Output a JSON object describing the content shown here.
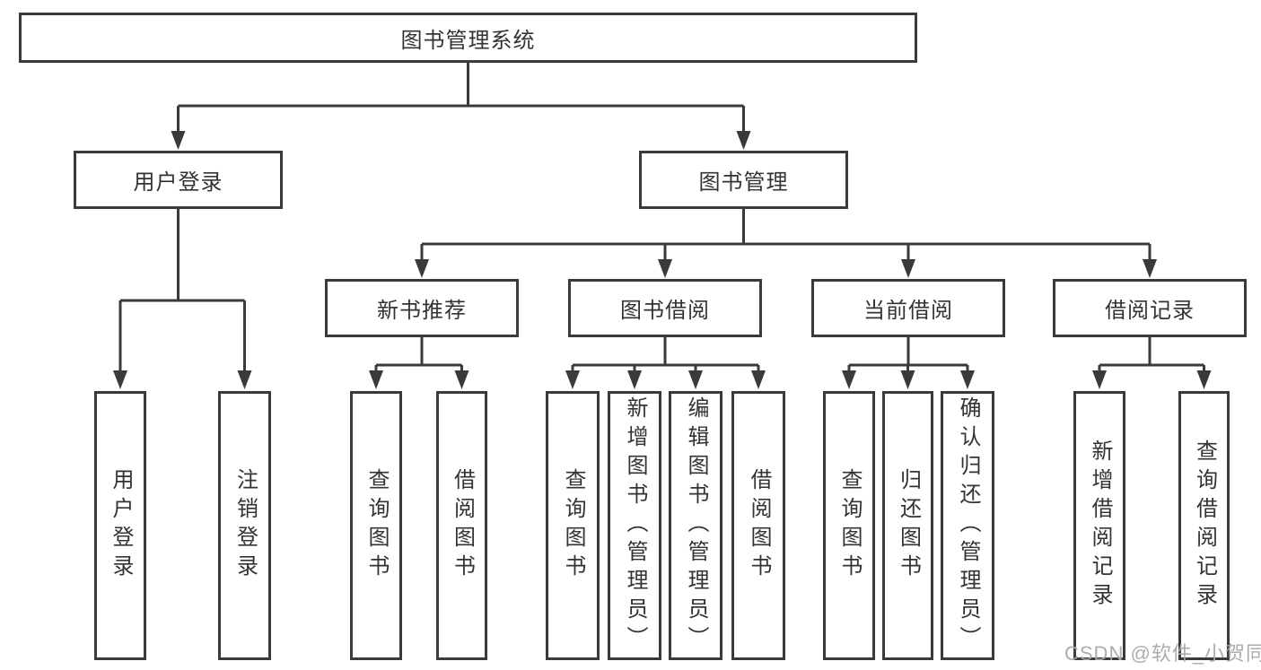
{
  "tree": {
    "root": "图书管理系统",
    "branches": [
      {
        "label": "用户登录",
        "children": [
          "用户登录",
          "注销登录"
        ]
      },
      {
        "label": "图书管理",
        "groups": [
          {
            "label": "新书推荐",
            "children": [
              "查询图书",
              "借阅图书"
            ]
          },
          {
            "label": "图书借阅",
            "children": [
              "查询图书",
              "新增图书（管理员）",
              "编辑图书（管理员）",
              "借阅图书"
            ]
          },
          {
            "label": "当前借阅",
            "children": [
              "查询图书",
              "归还图书",
              "确认归还（管理员）"
            ]
          },
          {
            "label": "借阅记录",
            "children": [
              "新增借阅记录",
              "查询借阅记录"
            ]
          }
        ]
      }
    ]
  },
  "watermark": {
    "text": "CSDN @软件_小贺同学"
  },
  "colors": {
    "line": "#3a3a3a",
    "text": "#333333",
    "background": "#ffffff",
    "watermark": "#a5a8ac"
  }
}
